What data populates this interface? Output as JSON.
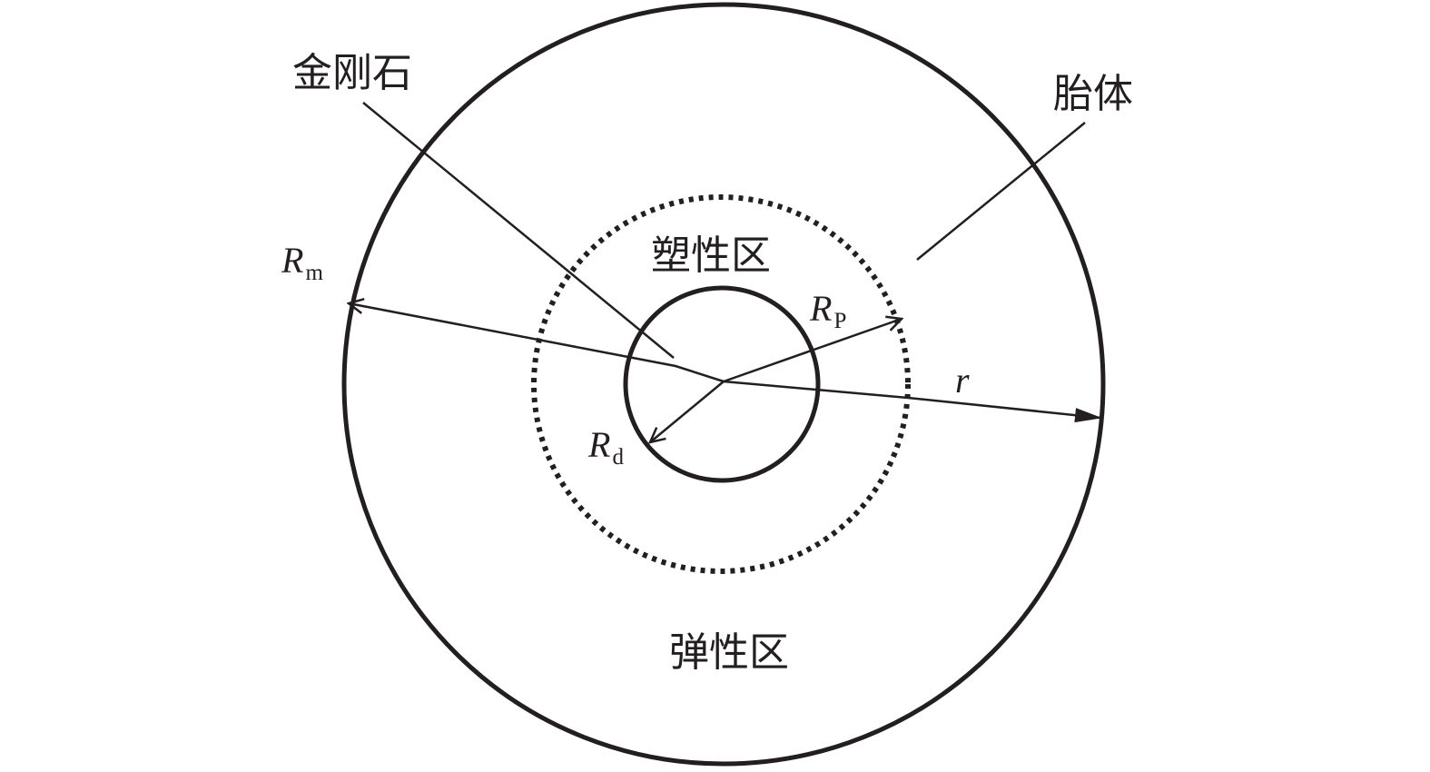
{
  "labels": {
    "diamond": "金刚石",
    "matrix": "胎体",
    "plastic_zone": "塑性区",
    "elastic_zone": "弹性区"
  },
  "symbols": {
    "rm": {
      "main": "R",
      "sub": "m"
    },
    "rp": {
      "main": "R",
      "sub": "P"
    },
    "rd": {
      "main": "R",
      "sub": "d"
    },
    "r": "r"
  },
  "colors": {
    "line": "#231f20",
    "background": "#ffffff"
  }
}
